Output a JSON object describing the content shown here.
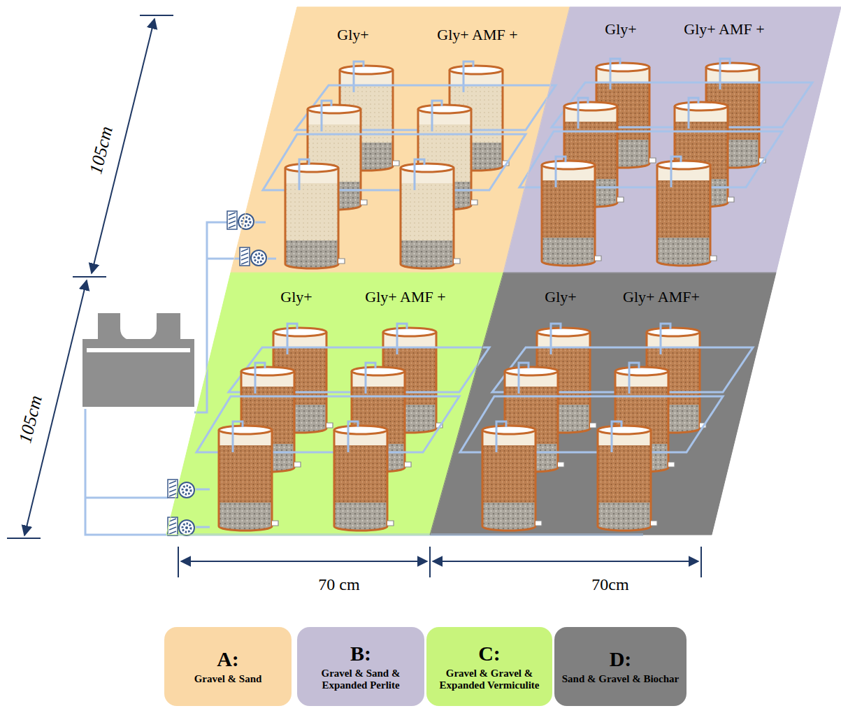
{
  "diagram": {
    "nodes": [
      {
        "text": [
          "Gly+",
          "Gly+ AMF +"
        ]
      },
      {
        "text": [
          "Gly+",
          "Gly+ AMF +"
        ]
      },
      {
        "text": [
          "Gly+",
          "Gly+ AMF +"
        ]
      },
      {
        "text": [
          "Gly+",
          "Gly+ AMF+"
        ]
      },
      {
        "text": [
          "A:",
          "Gravel & Sand"
        ]
      },
      {
        "text": [
          "B:",
          "Gravel & Sand & Expanded Perlite"
        ]
      },
      {
        "text": [
          "C:",
          "Gravel & Gravel & Expanded Vermiculite"
        ]
      },
      {
        "text": [
          "D:",
          "Sand & Gravel & Biochar"
        ]
      }
    ],
    "labels": [
      "105cm",
      "105cm",
      "70 cm",
      "70cm"
    ]
  }
}
